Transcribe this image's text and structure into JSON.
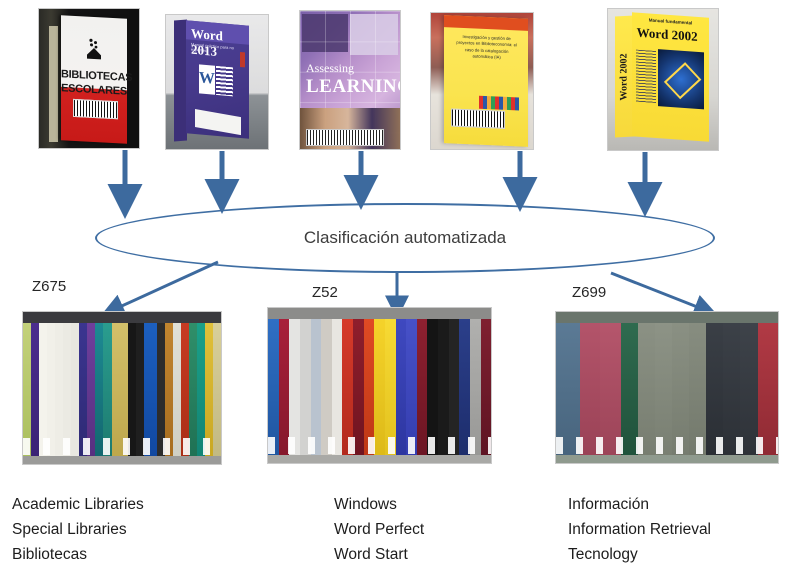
{
  "diagram": {
    "process_label": "Clasificación  automatizada",
    "accent_color": "#3f6ea3",
    "arrow_color": "#3d6a9e",
    "background": "#ffffff"
  },
  "input_books": [
    {
      "name": "bibliotecas-escolares",
      "title_line1": "BIBLIOTECAS",
      "title_line2": "ESCOLARES",
      "cover_colors": [
        "#f2f1ef",
        "#d2211f"
      ]
    },
    {
      "name": "word-2013",
      "title": "Word 2013",
      "subtitle": "Manual práctico para no expertos",
      "logo_letter": "W",
      "cover_colors": [
        "#4b3f93",
        "#3b2f7c"
      ]
    },
    {
      "name": "assessing-learning",
      "title_line1": "Assessing",
      "title_line2": "LEARNING",
      "cover_colors": [
        "#7a5fa8",
        "#d6b4df"
      ]
    },
    {
      "name": "investigacion-gestion-proyectos",
      "title": "Investigación y gestión de proyectos en Biblioteconomía: el caso de la catalogación automática (IA)",
      "cover_colors": [
        "#ffe85e",
        "#e04e1f"
      ]
    },
    {
      "name": "word-2002",
      "header": "Manual fundamental",
      "title": "Word 2002",
      "spine_title": "Word 2002",
      "cover_colors": [
        "#ffe741",
        "#14346d"
      ]
    }
  ],
  "output_classes": [
    {
      "code": "Z675",
      "shelf_name": "academic-libraries-shelf",
      "terms": [
        "Academic Libraries",
        "Special Libraries",
        "Bibliotecas"
      ],
      "spine_colors": [
        "#b7c96a",
        "#4b2d8e",
        "#f0efe7",
        "#efeee6",
        "#eeedE5",
        "#edece4",
        "#ecebe3",
        "#3b3590",
        "#6f3f9c",
        "#1d8a93",
        "#2a9d8f",
        "#c9b24a",
        "#cdb24e",
        "#1c5fbf",
        "#1b1b1b",
        "#2352b8",
        "#c1852f",
        "#2f8f6a",
        "#c73b22",
        "#1aa089",
        "#1d9c85",
        "#e0c03a"
      ]
    },
    {
      "code": "Z52",
      "shelf_name": "windows-word-shelf",
      "terms": [
        "Windows",
        "Word Perfect",
        "Word Start"
      ],
      "spine_colors": [
        "#2f6fc4",
        "#a8203a",
        "#d8d8d6",
        "#c9c9c7",
        "#8ea5bd",
        "#b4b0aa",
        "#d63a2a",
        "#e04a24",
        "#f5d32a",
        "#f7da34",
        "#3f49c0",
        "#4751c8",
        "#8e2030",
        "#9b2233",
        "#141414",
        "#171717",
        "#2b3f8a",
        "#b0b0ae",
        "#d9d6cf",
        "#7f2030"
      ]
    },
    {
      "code": "Z699",
      "shelf_name": "information-retrieval-shelf",
      "terms": [
        "Información",
        "Information Retrieval",
        "Tecnology"
      ],
      "spine_colors": [
        "#4f6d88",
        "#556f8a",
        "#b3546a",
        "#b5566c",
        "#b55970",
        "#2f6b4f",
        "#7e8476",
        "#80887a",
        "#828a7c",
        "#848c7e",
        "#3a3f46",
        "#3c4148",
        "#3e434a",
        "#b13a45"
      ]
    }
  ]
}
